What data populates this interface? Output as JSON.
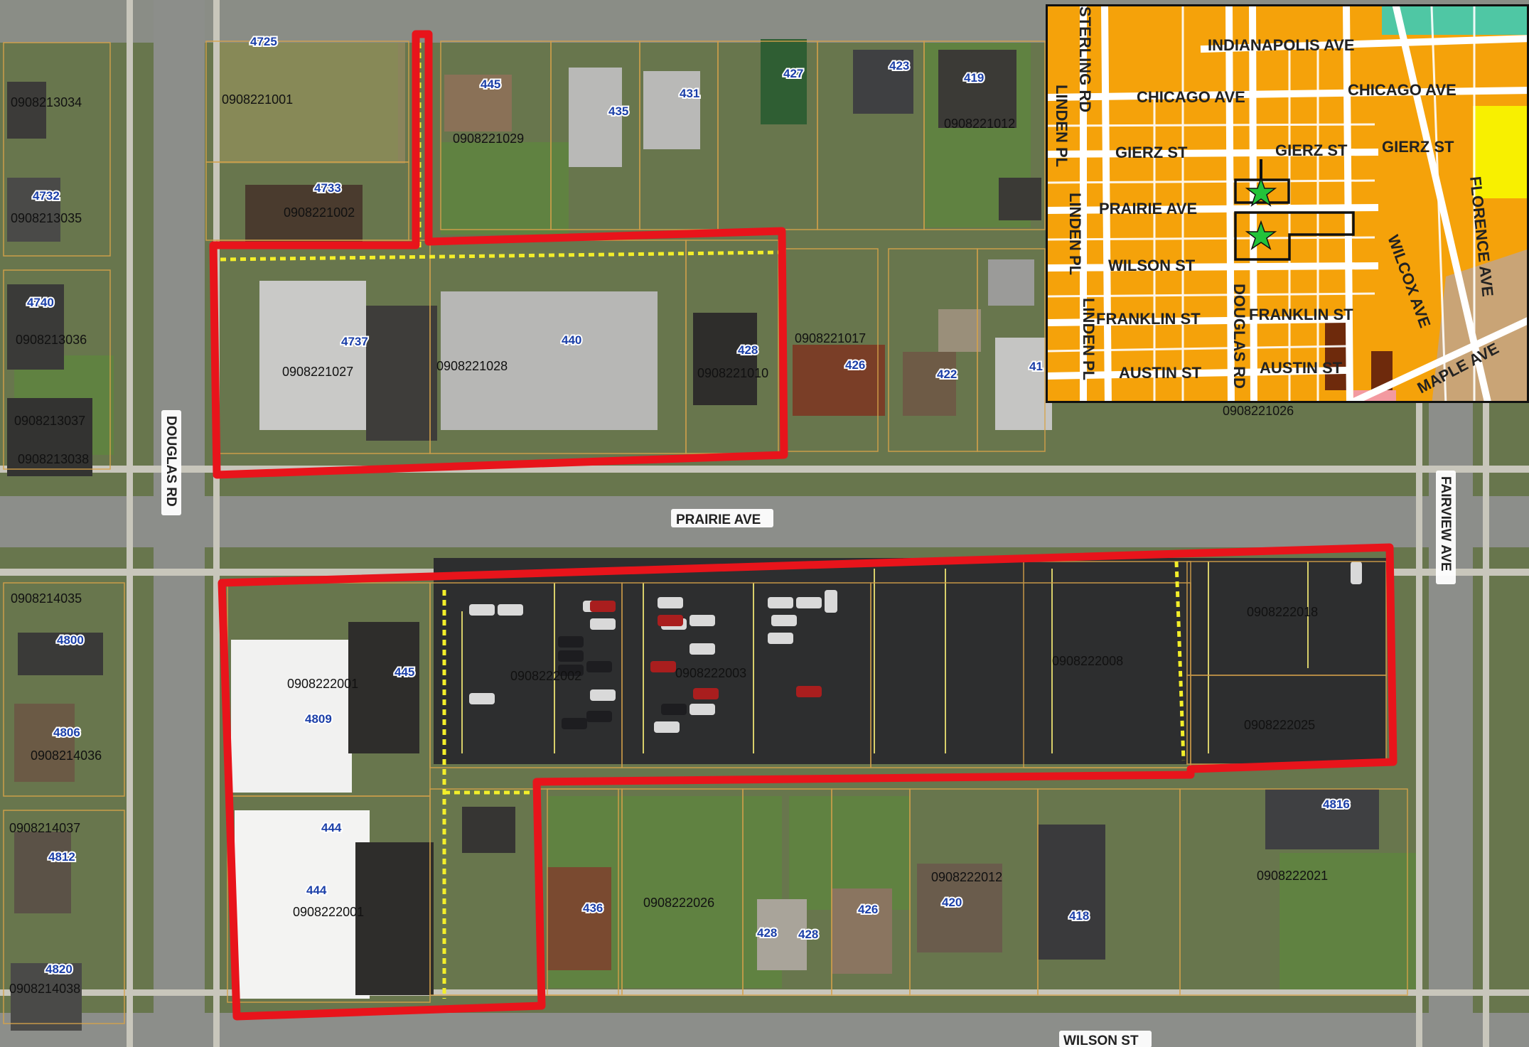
{
  "streets": {
    "prairie": "PRAIRIE AVE",
    "douglas": "DOUGLAS RD",
    "wilson": "WILSON ST",
    "fairview": "FAIRVIEW AVE"
  },
  "parcels": [
    "0908213034",
    "0908221001",
    "0908221029",
    "0908221012",
    "0908213035",
    "0908221002",
    "0908213036",
    "0908221027",
    "0908221028",
    "0908221010",
    "0908221017",
    "0908213037",
    "0908213038",
    "0908221026",
    "0908214035",
    "0908222001",
    "0908222002",
    "0908222003",
    "0908222008",
    "0908222018",
    "0908214036",
    "0908222025",
    "0908214037",
    "0908222001",
    "0908222026",
    "0908222012",
    "0908222021",
    "0908214038"
  ],
  "addresses": [
    "4725",
    "445",
    "435",
    "431",
    "427",
    "423",
    "419",
    "4732",
    "4733",
    "4740",
    "4737",
    "440",
    "428",
    "426",
    "422",
    "41",
    "4800",
    "445",
    "4809",
    "4806",
    "444",
    "4816",
    "4812",
    "444",
    "436",
    "428",
    "428",
    "426",
    "420",
    "418",
    "4820"
  ],
  "inset": {
    "streets": {
      "indianapolis": "INDIANAPOLIS AVE",
      "chicago_w": "CHICAGO AVE",
      "chicago_e": "CHICAGO AVE",
      "gierz_w": "GIERZ ST",
      "gierz_m": "GIERZ ST",
      "gierz_e": "GIERZ ST",
      "prairie": "PRAIRIE AVE",
      "wilson": "WILSON ST",
      "franklin_w": "FRANKLIN ST",
      "franklin_e": "FRANKLIN ST",
      "austin_w": "AUSTIN ST",
      "austin_e": "AUSTIN ST",
      "sterling": "STERLING RD",
      "linden_1": "LINDEN PL",
      "linden_2": "LINDEN PL",
      "linden_3": "LINDEN PL",
      "douglas": "DOUGLAS RD",
      "wilcox": "WILCOX AVE",
      "florence": "FLORENCE AVE",
      "maple": "MAPLE AVE"
    }
  },
  "colors": {
    "boundary": "#e8141b",
    "easement": "#f3ee2a",
    "zoning_residential": "#f5a20a",
    "zoning_commercial": "#f8f000",
    "zoning_open": "#4fc7a4",
    "zoning_business": "#6e2a0c",
    "marker": "#22c33a"
  }
}
